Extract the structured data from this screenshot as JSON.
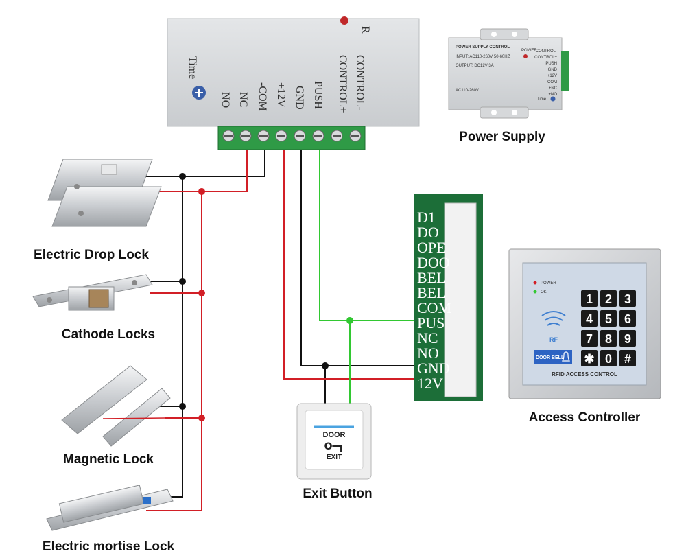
{
  "colors": {
    "positive_wire": "#d21f26",
    "negative_wire": "#111111",
    "push_wire": "#32c832",
    "terminal_block": "#2f9a46",
    "pcb": "#1c6e38"
  },
  "main_unit": {
    "terminal_labels": [
      "CONTROL-",
      "CONTROL+",
      "PUSH",
      "GND",
      "+12V",
      "-COM",
      "+NC",
      "+NO"
    ],
    "time_label": "Time",
    "power_led_letter": "R"
  },
  "power_supply": {
    "caption": "Power Supply",
    "plate_title": "POWER SUPPLY CONTROL",
    "input_text": "INPUT: AC110-260V 50-60HZ",
    "output_text": "OUTPUT: DC12V 3A",
    "led_label": "POWER",
    "ac_text": "AC110-260V",
    "terminals": [
      "CONTROL-",
      "CONTROL+",
      "PUSH",
      "GND",
      "+12V",
      "COM",
      "+NC",
      "+NO"
    ],
    "time_label": "Time"
  },
  "locks": [
    {
      "caption": "Electric Drop Lock"
    },
    {
      "caption": "Cathode Locks"
    },
    {
      "caption": "Magnetic Lock"
    },
    {
      "caption": "Electric mortise Lock"
    }
  ],
  "exit_button": {
    "caption": "Exit Button",
    "top_text": "DOOR",
    "key_glyph": "O━┓",
    "bottom_text": "EXIT"
  },
  "access_controller": {
    "caption": "Access Controller",
    "pcb_labels": [
      "D1",
      "DO",
      "OPE",
      "DOO",
      "BEL",
      "BEL",
      "COM",
      "PUS",
      "NC",
      "NO",
      "GND",
      "12V"
    ],
    "power_led": "POWER",
    "ok_led": "OK",
    "rf_label": "RF",
    "doorbell_label": "DOOR BELL",
    "brand_text": "RFID ACCESS CONTROL",
    "keys": [
      "1",
      "2",
      "3",
      "4",
      "5",
      "6",
      "7",
      "8",
      "9",
      "✱",
      "0",
      "#"
    ]
  }
}
